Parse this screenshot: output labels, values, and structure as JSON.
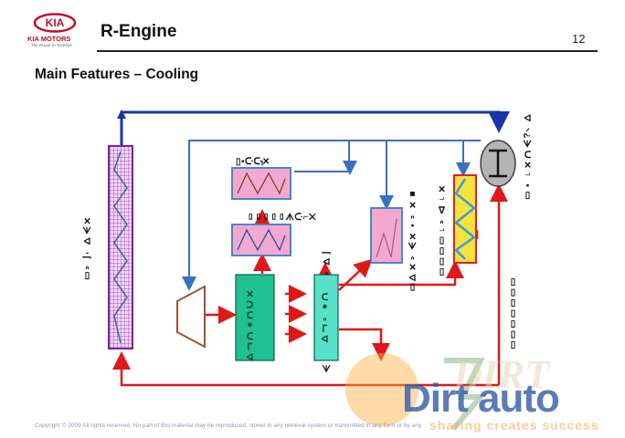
{
  "header": {
    "logo_text": "KIA MOTORS",
    "logo_tagline": "The Power to Surprise",
    "title": "R-Engine",
    "page_number": "12"
  },
  "subtitle": "Main Features – Cooling",
  "colors": {
    "blue_line": "#1a35a8",
    "light_blue_line": "#4a86c8",
    "red_line": "#e01818",
    "radiator_purple": "#a040c0",
    "cooler_pink": "#f4a8d0",
    "heater_yellow": "#f8e23c",
    "block_green": "#20c090",
    "head_teal": "#58e0c8",
    "thermostat_gray": "#b4b4b4",
    "pump_brown": "#a0522d"
  },
  "footer": {
    "copyright": "Copyright © 2009 All rights reserved. No part of this material may be reproduced, stored in any retrieval system or transmitted in any form or by any"
  },
  "watermark": {
    "text": "Dirt auto",
    "tagline": "sharing creates success"
  }
}
